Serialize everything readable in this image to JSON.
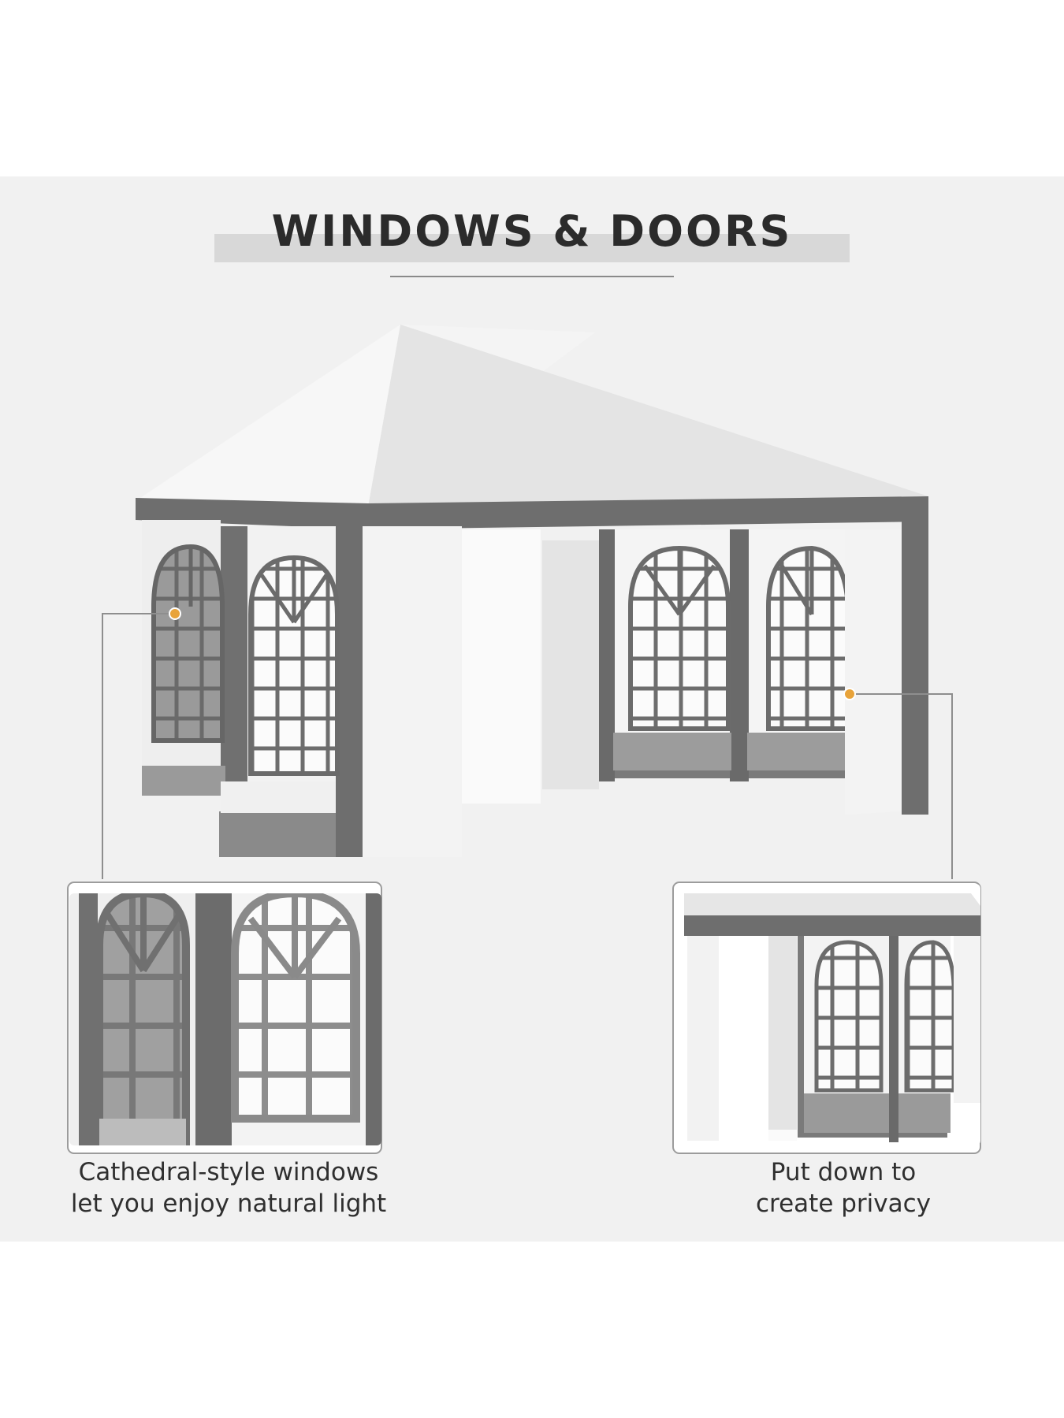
{
  "heading": "WINDOWS & DOORS",
  "features": [
    {
      "line1": "Cathedral-style windows",
      "line2": "let you enjoy natural light"
    },
    {
      "line1": "Put down to",
      "line2": "create privacy"
    }
  ],
  "colors": {
    "panel_background": "#f1f1f1",
    "tent_white": "#eeeeee",
    "tent_grey": "#6d6d6d",
    "callout_dot": "#e8a33a"
  },
  "icons": [
    "callout-dot"
  ]
}
